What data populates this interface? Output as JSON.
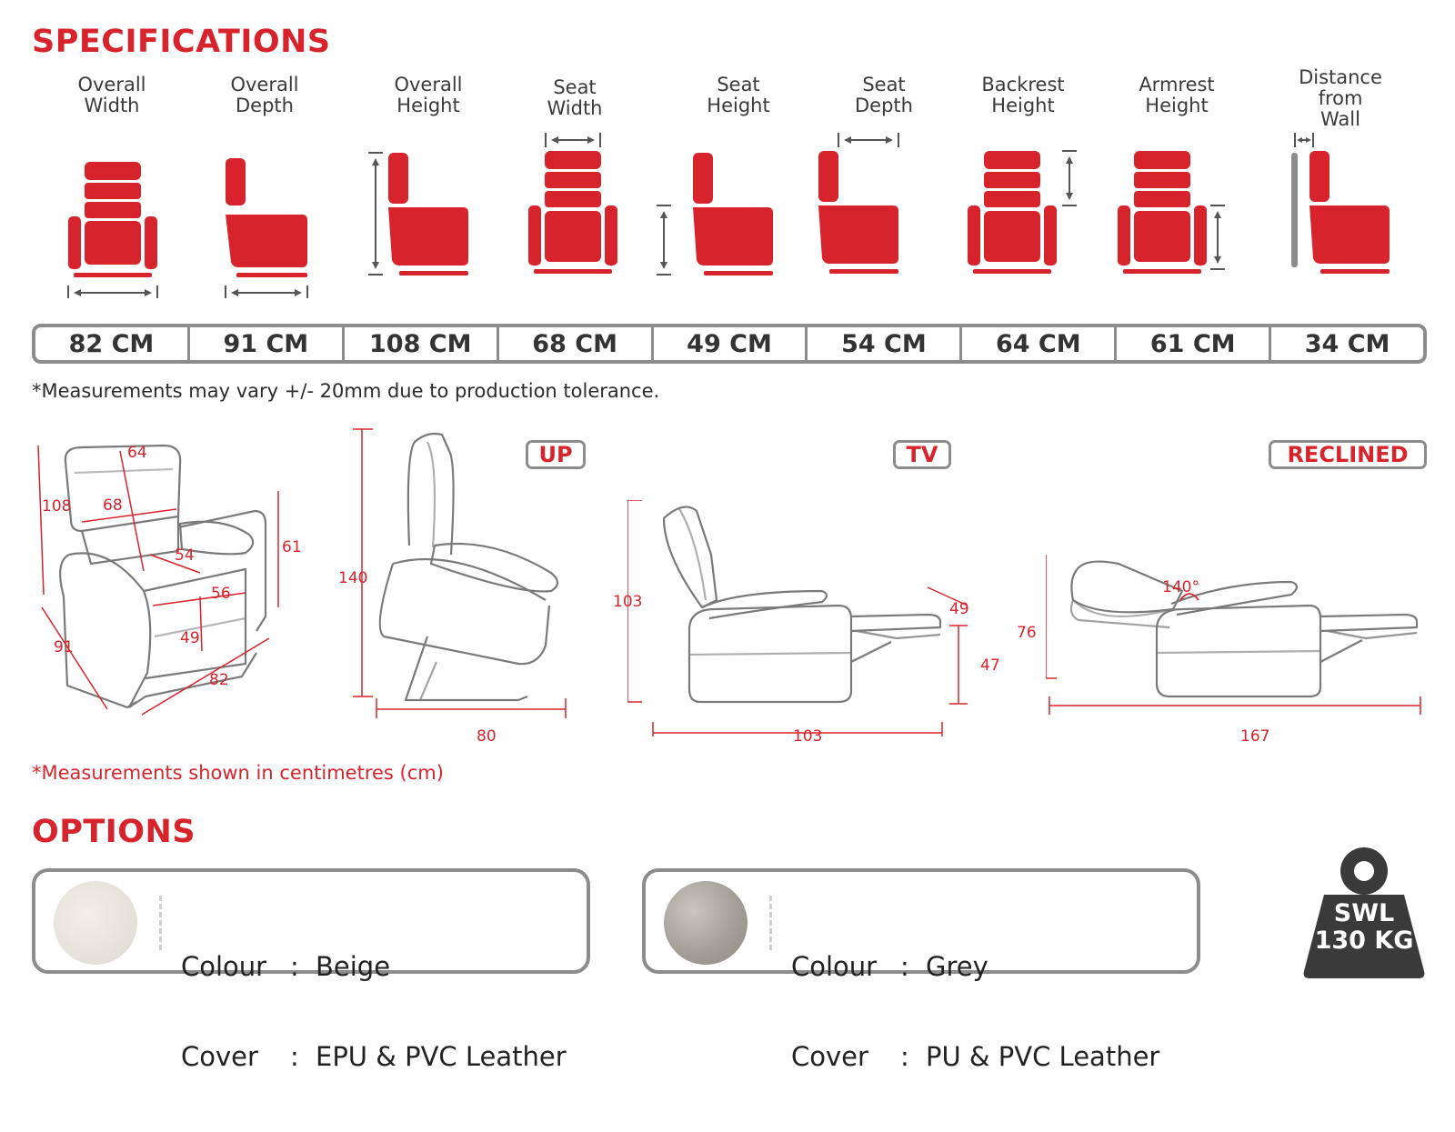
{
  "titles": {
    "specifications": "SPECIFICATIONS",
    "options": "OPTIONS"
  },
  "specs": [
    {
      "label": "Overall\nWidth",
      "value": "82 CM"
    },
    {
      "label": "Overall\nDepth",
      "value": "91 CM"
    },
    {
      "label": "Overall\nHeight",
      "value": "108 CM"
    },
    {
      "label": "Seat\nWidth",
      "value": "68 CM"
    },
    {
      "label": "Seat\nHeight",
      "value": "49 CM"
    },
    {
      "label": "Seat\nDepth",
      "value": "54 CM"
    },
    {
      "label": "Backrest\nHeight",
      "value": "64 CM"
    },
    {
      "label": "Armrest\nHeight",
      "value": "61 CM"
    },
    {
      "label": "Distance\nfrom\nWall",
      "value": "34 CM"
    }
  ],
  "notes": {
    "tolerance": "*Measurements may vary +/- 20mm due to production tolerance.",
    "units": "*Measurements shown in centimetres (cm)"
  },
  "positions": {
    "up": "UP",
    "tv": "TV",
    "reclined": "RECLINED"
  },
  "iso_dims": {
    "headrest": "64",
    "height": "108",
    "seat_width": "68",
    "arm_height": "61",
    "seat_depth": "54",
    "depth_inner": "56",
    "seat_height": "49",
    "depth": "91",
    "width": "82"
  },
  "up_dims": {
    "height": "140",
    "width": "80"
  },
  "tv_dims": {
    "height": "103",
    "width": "103",
    "footrest": "49",
    "footrest_height": "47"
  },
  "reclined_dims": {
    "height": "76",
    "width": "167",
    "angle": "140°"
  },
  "options": [
    {
      "colour_key": "Colour",
      "colour_value": "Beige",
      "cover_key": "Cover",
      "cover_value": "EPU & PVC Leather",
      "swatch": "#e6e4dc"
    },
    {
      "colour_key": "Colour",
      "colour_value": "Grey",
      "cover_key": "Cover",
      "cover_value": "PU & PVC Leather",
      "swatch": "#b0aca4"
    }
  ],
  "swl": {
    "line1": "SWL",
    "line2": "130 KG"
  },
  "colors": {
    "accent": "#d7242c",
    "outline": "#8c8c8c",
    "weight": "#3a3a3a"
  }
}
